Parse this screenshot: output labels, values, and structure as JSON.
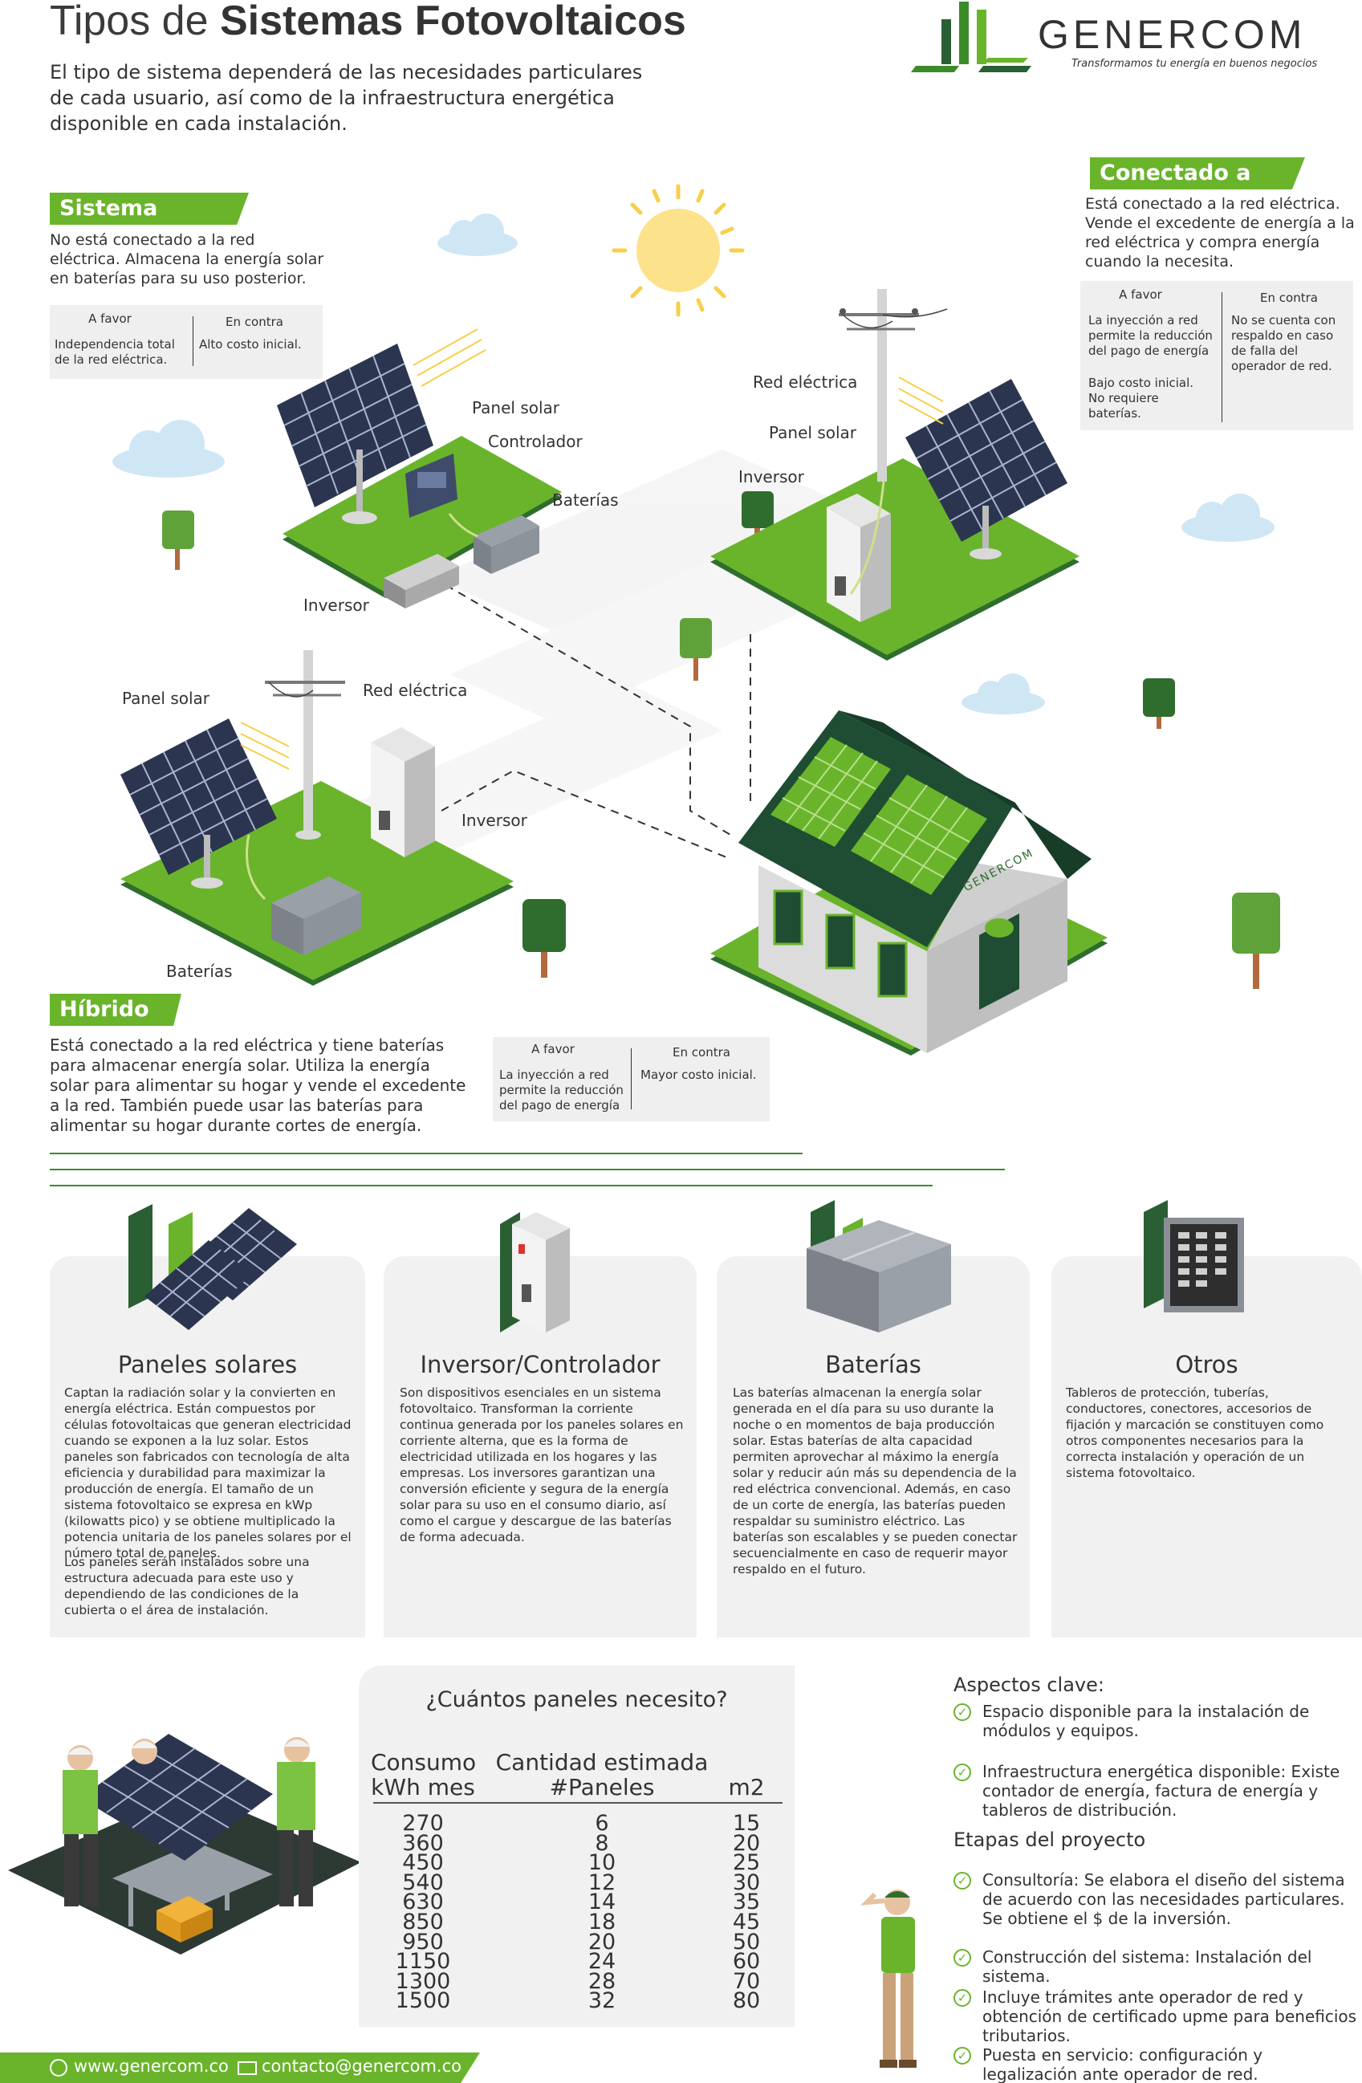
{
  "header": {
    "title_light": "Tipos de",
    "title_bold": "Sistemas Fotovoltaicos",
    "intro": "El tipo de sistema dependerá de las necesidades particulares de cada usuario, así como de la infraestructura energética disponible en cada instalación.",
    "brand_name": "GENERCOM",
    "brand_tagline": "Transformamos tu energía en buenos negocios"
  },
  "colors": {
    "accent_green": "#6ab42b",
    "dark_green": "#2a5f33",
    "card_grey": "#f1f1f1"
  },
  "aislado": {
    "tag": "Sistema Aislado",
    "text": "No está conectado a la red eléctrica. Almacena la energía solar en baterías para su uso posterior.",
    "favor_label": "A favor",
    "contra_label": "En contra",
    "favor_text": "Independencia total de la red eléctrica.",
    "contra_text": "Alto costo inicial.",
    "labels": {
      "panel": "Panel solar",
      "controlador": "Controlador",
      "baterias": "Baterías",
      "inversor": "Inversor"
    }
  },
  "conectado": {
    "tag": "Conectado a red",
    "text": "Está conectado a la red eléctrica. Vende el excedente de energía a la red eléctrica y compra energía cuando la necesita.",
    "favor_label": "A favor",
    "contra_label": "En contra",
    "favor_text_1": "La inyección a red permite la reducción del pago de energía",
    "favor_text_2": "Bajo costo inicial. No requiere baterías.",
    "contra_text": "No se cuenta con respaldo en caso de falla del operador de red.",
    "labels": {
      "red": "Red eléctrica",
      "panel": "Panel solar",
      "inversor": "Inversor"
    }
  },
  "hibrido": {
    "tag": "Híbrido",
    "text": "Está conectado a la red eléctrica y tiene baterías para almacenar energía solar. Utiliza la energía solar para alimentar su hogar y vende el excedente a la red. También puede usar las baterías para alimentar su hogar durante cortes de energía.",
    "favor_label": "A favor",
    "contra_label": "En contra",
    "favor_text": "La inyección a red permite la reducción del pago de energía",
    "contra_text": "Mayor costo inicial.",
    "labels": {
      "panel": "Panel solar",
      "red": "Red eléctrica",
      "inversor": "Inversor",
      "baterias": "Baterías"
    }
  },
  "house_brand": "GENERCOM",
  "cards": [
    {
      "title": "Paneles solares",
      "text_1": "Captan la radiación solar y la convierten en energía eléctrica. Están compuestos por células fotovoltaicas que generan electricidad cuando se exponen a la luz solar. Estos paneles son fabricados con tecnología de alta eficiencia y durabilidad para maximizar la producción de energía. El tamaño de un sistema fotovoltaico se expresa en kWp (kilowatts pico) y se obtiene multiplicado la potencia unitaria de los paneles solares por el número total de paneles.",
      "text_2": "Los paneles serán instalados sobre una estructura adecuada para este uso y dependiendo de las condiciones de la cubierta o el área de instalación."
    },
    {
      "title": "Inversor/Controlador",
      "text_1": "Son dispositivos esenciales en un sistema fotovoltaico. Transforman la corriente continua generada por los paneles solares en corriente alterna, que es la forma de electricidad utilizada en los hogares y las empresas. Los inversores garantizan una conversión eficiente y segura de la energía solar para su uso en el consumo diario, así como el cargue y descargue de las baterías de forma adecuada.",
      "text_2": ""
    },
    {
      "title": "Baterías",
      "text_1": "Las baterías almacenan la energía solar generada en el día para su uso durante la noche o en momentos de baja producción solar. Estas baterías de alta capacidad permiten aprovechar al máximo la energía solar y reducir aún más su dependencia de la red eléctrica convencional. Además, en caso de un corte de energía, las baterías pueden respaldar su suministro eléctrico. Las baterías son escalables y se pueden conectar secuencialmente en caso de requerir mayor respaldo en el futuro.",
      "text_2": ""
    },
    {
      "title": "Otros",
      "text_1": "Tableros de protección, tuberías, conductores, conectores, accesorios de fijación y marcación se constituyen como otros componentes necesarios para la correcta instalación y operación de un sistema fotovoltaico.",
      "text_2": ""
    }
  ],
  "panels_table": {
    "title": "¿Cuántos paneles necesito?",
    "col1_h1": "Consumo",
    "col1_h2": "kWh mes",
    "col2_h1": "Cantidad estimada",
    "col2_h2": "#Paneles",
    "col3_h": "m2",
    "consumo": [
      "270",
      "360",
      "450",
      "540",
      "630",
      "850",
      "950",
      "1150",
      "1300",
      "1500"
    ],
    "paneles": [
      "6",
      "8",
      "10",
      "12",
      "14",
      "18",
      "20",
      "24",
      "28",
      "32"
    ],
    "m2": [
      "15",
      "20",
      "25",
      "30",
      "35",
      "45",
      "50",
      "60",
      "70",
      "80"
    ]
  },
  "aspectos": {
    "title": "Aspectos clave:",
    "items": [
      "Espacio disponible para la instalación de módulos y equipos.",
      "Infraestructura energética disponible: Existe contador de energía, factura de energía y tableros de distribución."
    ]
  },
  "etapas": {
    "title": "Etapas del proyecto",
    "items": [
      "Consultoría: Se elabora el diseño del sistema de acuerdo con las necesidades particulares. Se obtiene el $ de la inversión.",
      "Construcción del sistema: Instalación del sistema.",
      "Incluye trámites ante operador de red y obtención de certificado upme para beneficios tributarios.",
      "Puesta en servicio: configuración y legalización ante operador de red."
    ]
  },
  "footer": {
    "web": "www.genercom.co",
    "email": "contacto@genercom.co"
  }
}
